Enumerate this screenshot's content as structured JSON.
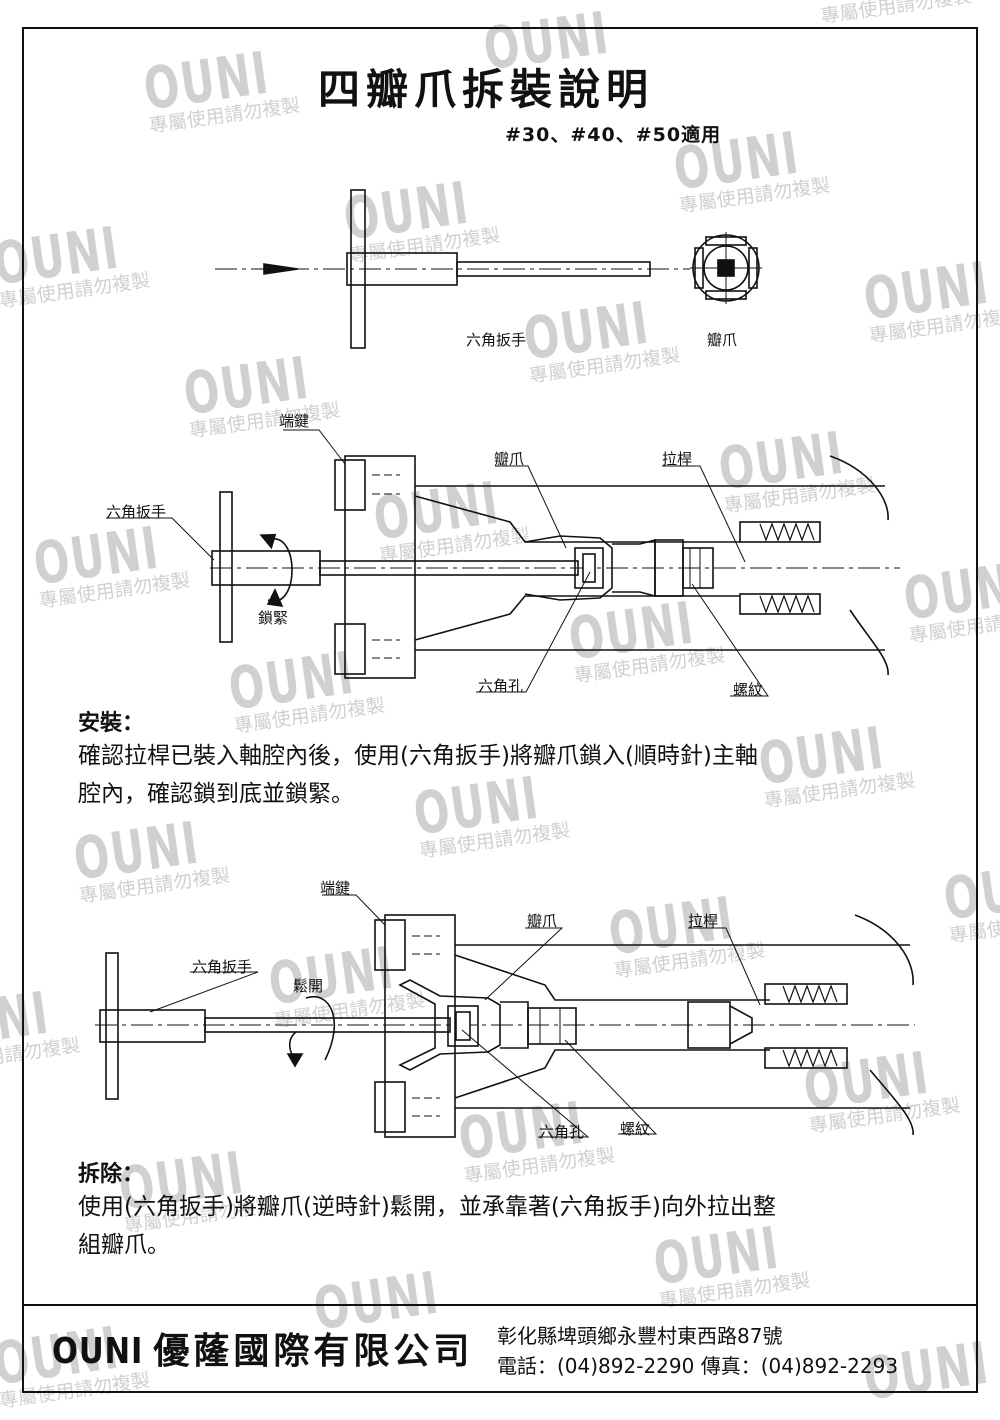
{
  "title": "四瓣爪拆裝說明",
  "subtitle": "#30、#40、#50適用",
  "top_diagram": {
    "wrench_label": "六角扳手",
    "collet_label": "瓣爪"
  },
  "install_diagram": {
    "end_key": "端鍵",
    "collet": "瓣爪",
    "drawbar": "拉桿",
    "wrench": "六角扳手",
    "lock": "鎖緊",
    "hex_hole": "六角孔",
    "thread": "螺紋"
  },
  "install": {
    "heading": "安裝：",
    "line1": "確認拉桿已裝入軸腔內後，使用(六角扳手)將瓣爪鎖入(順時針)主軸",
    "line2": "腔內，確認鎖到底並鎖緊。"
  },
  "remove_diagram": {
    "end_key": "端鍵",
    "collet": "瓣爪",
    "drawbar": "拉桿",
    "wrench": "六角扳手",
    "loosen": "鬆開",
    "hex_hole": "六角孔",
    "thread": "螺紋"
  },
  "remove": {
    "heading": "拆除：",
    "line1": "使用(六角扳手)將瓣爪(逆時針)鬆開，並承靠著(六角扳手)向外拉出整",
    "line2": "組瓣爪。"
  },
  "footer": {
    "brand_logo": "OUNI",
    "company": "優蕯國際有限公司",
    "address": "彰化縣埤頭鄉永豐村東西路87號",
    "phone": "電話：(04)892-2290 傳真：(04)892-2293"
  },
  "watermark": {
    "logo": "OUNI",
    "text": "專屬使用請勿複製"
  }
}
